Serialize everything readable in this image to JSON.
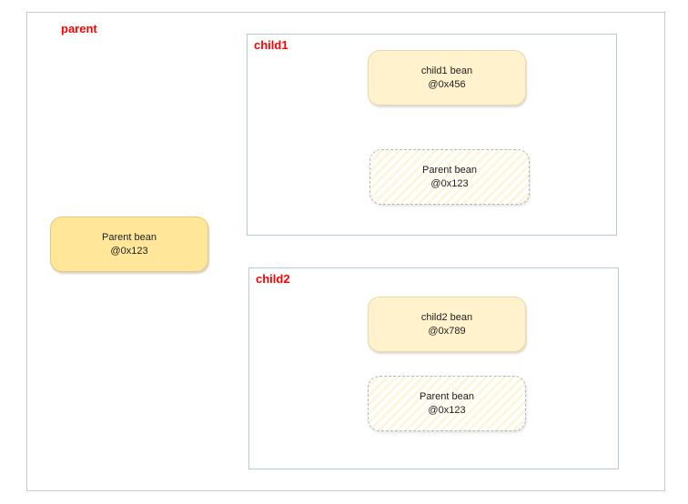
{
  "parent": {
    "label": "parent",
    "bean": {
      "name": "Parent bean",
      "address": "@0x123"
    }
  },
  "child1": {
    "label": "child1",
    "bean": {
      "name": "child1 bean",
      "address": "@0x456"
    },
    "parent_ref": {
      "name": "Parent bean",
      "address": "@0x123"
    }
  },
  "child2": {
    "label": "child2",
    "bean": {
      "name": "child2 bean",
      "address": "@0x789"
    },
    "parent_ref": {
      "name": "Parent bean",
      "address": "@0x123"
    }
  },
  "colors": {
    "label_red": "#ff0000",
    "parent_bean_fill": "#ffe699",
    "child_bean_fill": "#fff2cc",
    "border_blue": "#b7c7dc"
  }
}
